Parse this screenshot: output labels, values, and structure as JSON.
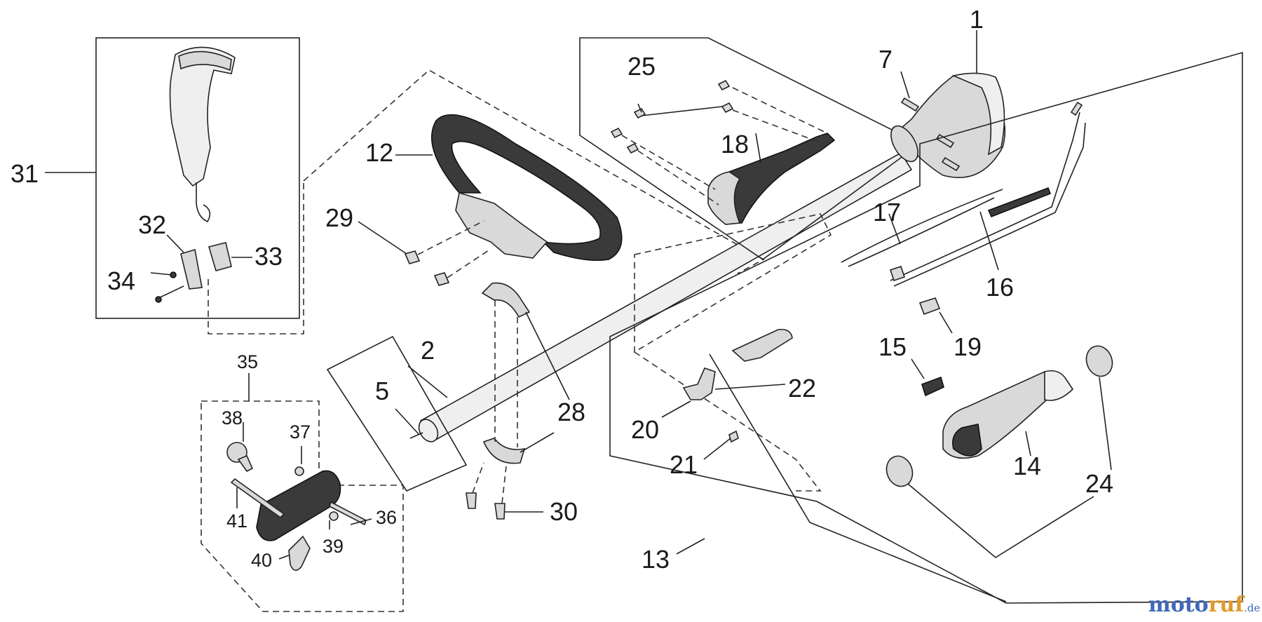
{
  "labels": {
    "p1": "1",
    "p2": "2",
    "p5": "5",
    "p7": "7",
    "p12": "12",
    "p13": "13",
    "p14": "14",
    "p15": "15",
    "p16": "16",
    "p17": "17",
    "p18": "18",
    "p19": "19",
    "p20": "20",
    "p21": "21",
    "p22": "22",
    "p24": "24",
    "p25": "25",
    "p28": "28",
    "p29": "29",
    "p30": "30",
    "p31": "31",
    "p32": "32",
    "p33": "33",
    "p34": "34",
    "p35": "35",
    "p36": "36",
    "p37": "37",
    "p38": "38",
    "p39": "39",
    "p40": "40",
    "p41": "41"
  },
  "watermark": {
    "part_a": "moto",
    "part_b": "ruf",
    "suffix": ".de"
  },
  "colors": {
    "line": "#222222",
    "part_fill": "#d9d9d9",
    "grip_fill": "#3a3a3a",
    "watermark_blue": "#4169b8",
    "watermark_orange": "#e09a2a"
  }
}
